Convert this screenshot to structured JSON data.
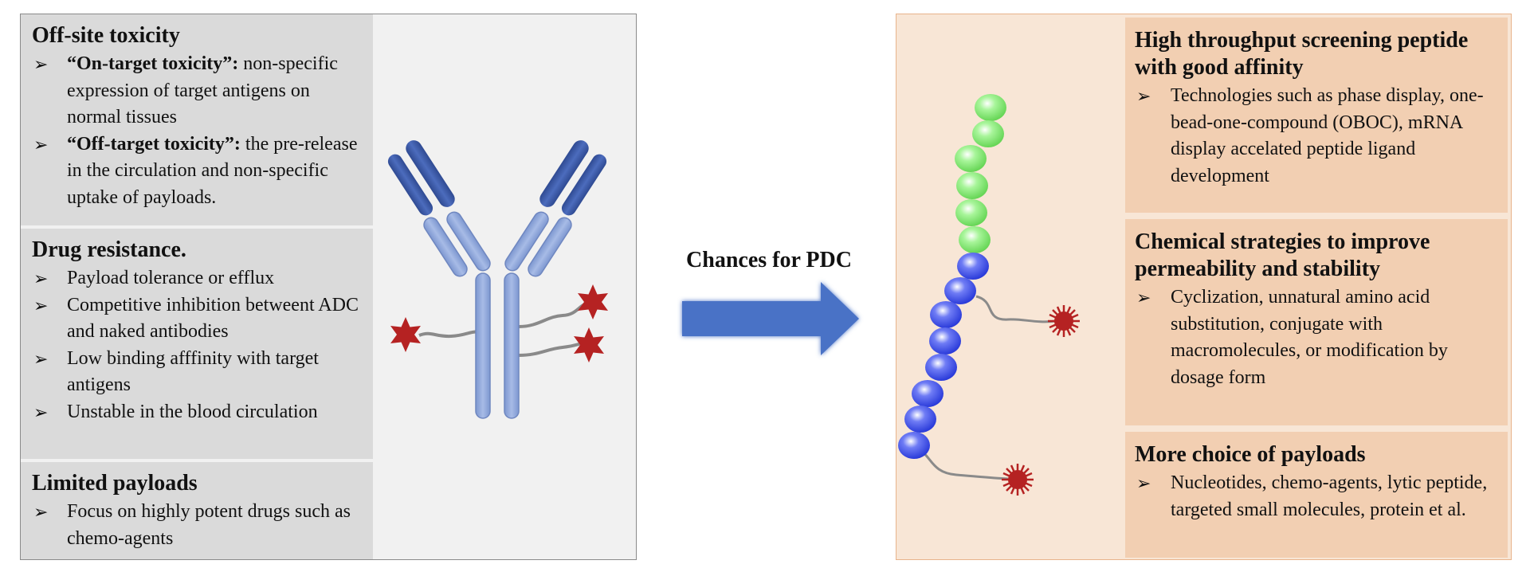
{
  "left": {
    "boxes": [
      {
        "title": "Off-site toxicity",
        "items": [
          {
            "bold": "“On-target toxicity”:",
            "text": " non-specific expression of target antigens on normal tissues"
          },
          {
            "bold": "“Off-target toxicity”:",
            "text": " the pre-release in the circulation and non-specific uptake of payloads."
          }
        ]
      },
      {
        "title": "Drug resistance.",
        "items": [
          {
            "bold": "",
            "text": "Payload tolerance or efflux"
          },
          {
            "bold": "",
            "text": "Competitive inhibition betweent ADC and naked antibodies"
          },
          {
            "bold": "",
            "text": "Low binding afffinity with target antigens"
          },
          {
            "bold": "",
            "text": "Unstable in the blood circulation"
          }
        ]
      },
      {
        "title": "Limited payloads",
        "items": [
          {
            "bold": "",
            "text": "Focus on highly potent drugs such as chemo-agents"
          }
        ]
      }
    ]
  },
  "center": {
    "label": "Chances for PDC",
    "arrow_color": "#4a72c6"
  },
  "right": {
    "boxes": [
      {
        "title": "High throughput screening peptide with good affinity",
        "items": [
          {
            "bold": "",
            "text": "Technologies such as phase display, one-bead-one-compound (OBOC), mRNA display  accelated peptide ligand development"
          }
        ]
      },
      {
        "title": "Chemical strategies to improve permeability and stability",
        "items": [
          {
            "bold": "",
            "text": "Cyclization, unnatural amino acid substitution, conjugate with macromolecules, or modification by dosage form"
          }
        ]
      },
      {
        "title": "More choice of payloads",
        "items": [
          {
            "bold": "",
            "text": "Nucleotides, chemo-agents, lytic peptide, targeted small molecules, protein et al."
          }
        ]
      }
    ]
  },
  "colors": {
    "antibody_heavy": "#3b58a3",
    "antibody_light": "#8fa8dc",
    "payload": "#b52222",
    "peptide_green": "#7ae36a",
    "peptide_blue": "#3e4fe0",
    "linker": "#8a8a8a"
  },
  "bullet_glyph": "➢"
}
